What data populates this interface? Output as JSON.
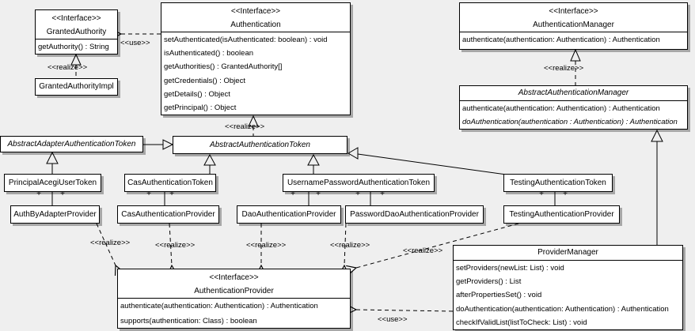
{
  "labels": {
    "realize": "<<realize>>",
    "use": "<<use>>",
    "plus": "+",
    "interface_stereotype": "<<Interface>>"
  },
  "classes": {
    "granted_authority": {
      "stereotype": "<<Interface>>",
      "name": "GrantedAuthority",
      "methods": [
        "getAuthority() : String"
      ]
    },
    "granted_authority_impl": {
      "name": "GrantedAuthorityImpl"
    },
    "authentication": {
      "stereotype": "<<Interface>>",
      "name": "Authentication",
      "methods": [
        "setAuthenticated(isAuthenticated: boolean) : void",
        "isAuthenticated() : boolean",
        "getAuthorities() : GrantedAuthority[]",
        "getCredentials() : Object",
        "getDetails() : Object",
        "getPrincipal() : Object"
      ]
    },
    "authentication_manager": {
      "stereotype": "<<Interface>>",
      "name": "AuthenticationManager",
      "methods": [
        "authenticate(authentication: Authentication) : Authentication"
      ]
    },
    "abstract_authentication_manager": {
      "name": "AbstractAuthenticationManager",
      "methods": [
        "authenticate(authentication: Authentication) : Authentication",
        "doAuthentication(authentication : Authentication) : Authentication"
      ]
    },
    "abstract_adapter_authentication_token": {
      "name": "AbstractAdapterAuthenticationToken"
    },
    "abstract_authentication_token": {
      "name": "AbstractAuthenticationToken"
    },
    "principal_acegi_user_token": {
      "name": "PrincipalAcegiUserToken"
    },
    "cas_authentication_token": {
      "name": "CasAuthenticationToken"
    },
    "username_password_authentication_token": {
      "name": "UsernamePasswordAuthenticationToken"
    },
    "testing_authentication_token": {
      "name": "TestingAuthenticationToken"
    },
    "auth_by_adapter_provider": {
      "name": "AuthByAdapterProvider"
    },
    "cas_authentication_provider": {
      "name": "CasAuthenticationProvider"
    },
    "dao_authentication_provider": {
      "name": "DaoAuthenticationProvider"
    },
    "password_dao_authentication_provider": {
      "name": "PasswordDaoAuthenticationProvider"
    },
    "testing_authentication_provider": {
      "name": "TestingAuthenticationProvider"
    },
    "authentication_provider": {
      "stereotype": "<<Interface>>",
      "name": "AuthenticationProvider",
      "methods": [
        "authenticate(authentication: Authentication) : Authentication",
        "supports(authentication: Class) : boolean"
      ]
    },
    "provider_manager": {
      "name": "ProviderManager",
      "methods": [
        "setProviders(newList: List) : void",
        "getProviders() : List",
        "afterPropertiesSet() : void",
        "doAuthentication(authentication: Authentication) : Authentication",
        "checkIfValidList(listToCheck: List) : void"
      ]
    }
  }
}
